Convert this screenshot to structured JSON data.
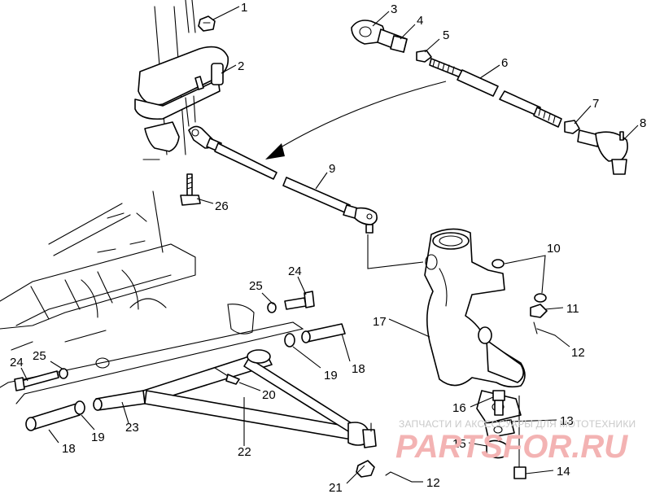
{
  "diagram": {
    "callouts": [
      {
        "id": "c1",
        "label": "1"
      },
      {
        "id": "c2",
        "label": "2"
      },
      {
        "id": "c3",
        "label": "3"
      },
      {
        "id": "c4",
        "label": "4"
      },
      {
        "id": "c5",
        "label": "5"
      },
      {
        "id": "c6",
        "label": "6"
      },
      {
        "id": "c7",
        "label": "7"
      },
      {
        "id": "c8",
        "label": "8"
      },
      {
        "id": "c9",
        "label": "9"
      },
      {
        "id": "c10",
        "label": "10"
      },
      {
        "id": "c11",
        "label": "11"
      },
      {
        "id": "c12a",
        "label": "12"
      },
      {
        "id": "c12b",
        "label": "12"
      },
      {
        "id": "c13",
        "label": "13"
      },
      {
        "id": "c14",
        "label": "14"
      },
      {
        "id": "c15",
        "label": "15"
      },
      {
        "id": "c16",
        "label": "16"
      },
      {
        "id": "c17",
        "label": "17"
      },
      {
        "id": "c18a",
        "label": "18"
      },
      {
        "id": "c18b",
        "label": "18"
      },
      {
        "id": "c19a",
        "label": "19"
      },
      {
        "id": "c19b",
        "label": "19"
      },
      {
        "id": "c20",
        "label": "20"
      },
      {
        "id": "c21",
        "label": "21"
      },
      {
        "id": "c22",
        "label": "22"
      },
      {
        "id": "c23",
        "label": "23"
      },
      {
        "id": "c24a",
        "label": "24"
      },
      {
        "id": "c24b",
        "label": "24"
      },
      {
        "id": "c25a",
        "label": "25"
      },
      {
        "id": "c25b",
        "label": "25"
      },
      {
        "id": "c26",
        "label": "26"
      }
    ]
  },
  "watermark": {
    "caption": "ЗАПЧАСТИ И АКСЕССУАРЫ ДЛЯ МОТОТЕХНИКИ",
    "logo": "PARTSFOR.RU",
    "color": "#f3b3b3"
  }
}
